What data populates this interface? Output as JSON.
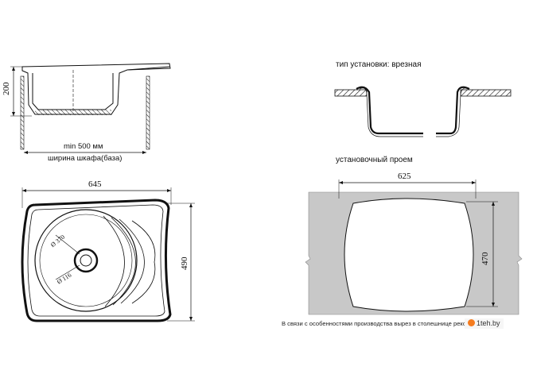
{
  "side_view": {
    "height_dim": "200",
    "min_width": "min 500 мм",
    "cabinet_label": "ширина шкафа(база)"
  },
  "top_view": {
    "width_dim": "645",
    "depth_dim": "490",
    "bowl_dia": "Ø 370",
    "drain_dia": "Ø 116"
  },
  "install": {
    "type_label": "тип установки: врезная",
    "cutout_label": "установочный проем",
    "cutout_width": "625",
    "cutout_depth": "470"
  },
  "footer": {
    "note": "В связи с особенностями производства вырез в столешнице рекоме",
    "brand": "1teh.by"
  },
  "colors": {
    "countertop": "#c8c8c8",
    "line": "#111111",
    "brand_accent": "#f57c1f"
  }
}
